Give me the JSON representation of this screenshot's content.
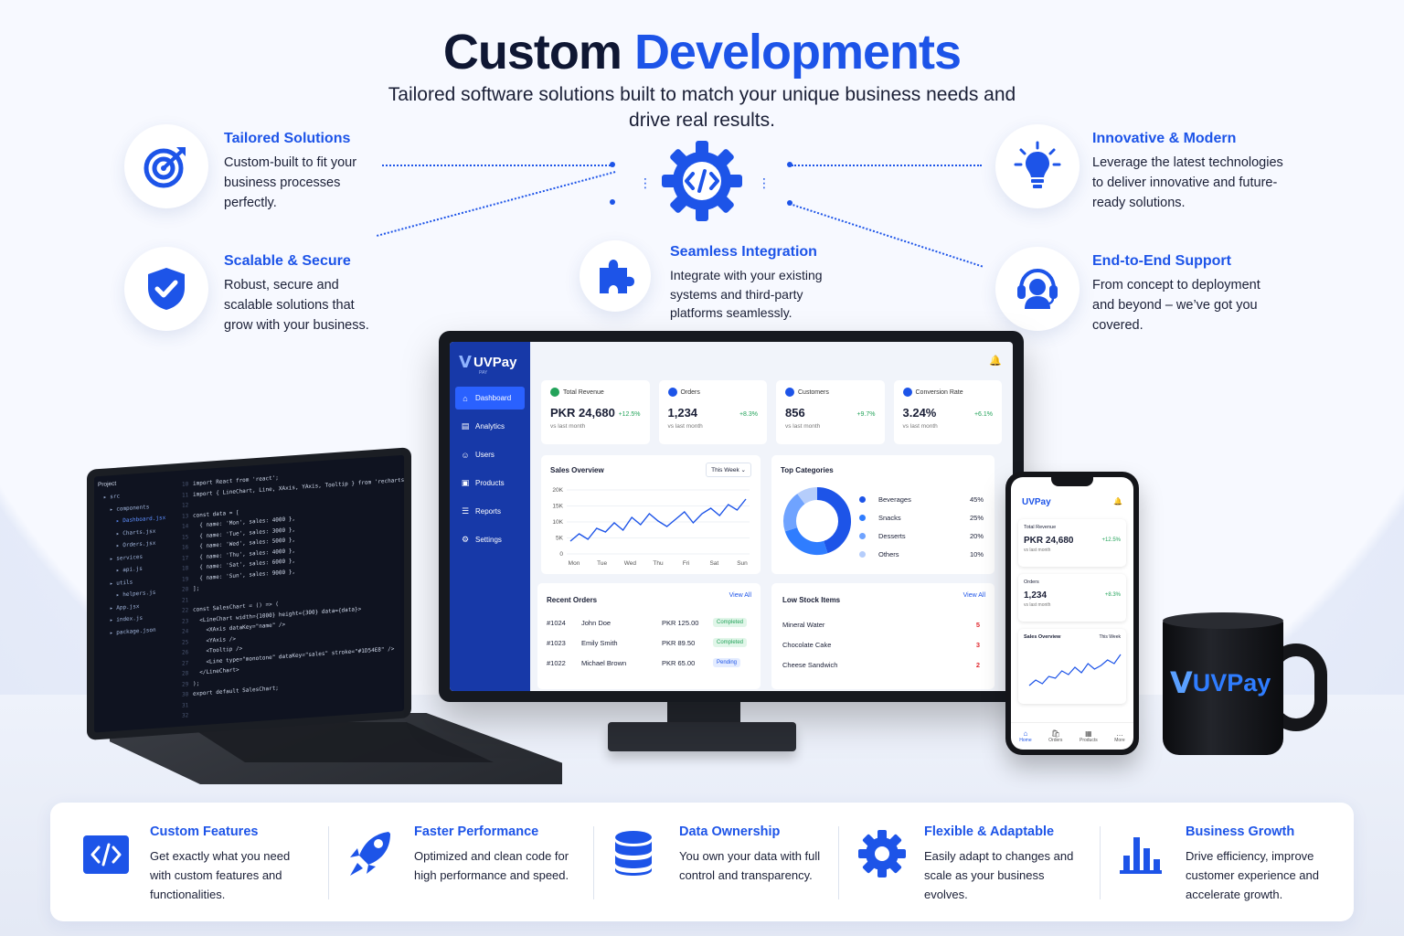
{
  "header": {
    "title_part1": "Custom",
    "title_part2": "Developments",
    "subtitle": "Tailored software solutions built to match your unique business needs and drive real results."
  },
  "features": {
    "tailored": {
      "title": "Tailored Solutions",
      "text": "Custom-built to fit your business processes perfectly.",
      "icon": "target-icon"
    },
    "scalable": {
      "title": "Scalable & Secure",
      "text": "Robust, secure and scalable solutions that grow with your business.",
      "icon": "shield-check-icon"
    },
    "integration": {
      "title": "Seamless Integration",
      "text": "Integrate with your existing systems and third-party platforms seamlessly.",
      "icon": "puzzle-icon"
    },
    "innovative": {
      "title": "Innovative & Modern",
      "text": "Leverage the latest technologies to deliver innovative and future-ready solutions.",
      "icon": "lightbulb-icon"
    },
    "support": {
      "title": "End-to-End Support",
      "text": "From concept to deployment and beyond – we’ve got you covered.",
      "icon": "headset-icon"
    }
  },
  "dashboard": {
    "brand": "UVPay",
    "brand_sub": "PAY",
    "nav": [
      "Dashboard",
      "Analytics",
      "Users",
      "Products",
      "Reports",
      "Settings"
    ],
    "kpis": [
      {
        "label": "Total Revenue",
        "value": "PKR 24,680",
        "change": "+12.5%",
        "note": "vs last month",
        "color": "#23a35a"
      },
      {
        "label": "Orders",
        "value": "1,234",
        "change": "+8.3%",
        "note": "vs last month",
        "color": "#1d54e8"
      },
      {
        "label": "Customers",
        "value": "856",
        "change": "+9.7%",
        "note": "vs last month",
        "color": "#1d54e8"
      },
      {
        "label": "Conversion Rate",
        "value": "3.24%",
        "change": "+6.1%",
        "note": "vs last month",
        "color": "#1d54e8"
      }
    ],
    "sales": {
      "title": "Sales Overview",
      "range": "This Week",
      "yticks": [
        "20K",
        "15K",
        "10K",
        "5K",
        "0"
      ],
      "days": [
        "Mon",
        "Tue",
        "Wed",
        "Thu",
        "Fri",
        "Sat",
        "Sun"
      ]
    },
    "categories": {
      "title": "Top Categories",
      "items": [
        {
          "name": "Beverages",
          "pct": "45%",
          "value": 45,
          "color": "#1d54e8"
        },
        {
          "name": "Snacks",
          "pct": "25%",
          "value": 25,
          "color": "#2f7dff"
        },
        {
          "name": "Desserts",
          "pct": "20%",
          "value": 20,
          "color": "#6fa3ff"
        },
        {
          "name": "Others",
          "pct": "10%",
          "value": 10,
          "color": "#b5cdfb"
        }
      ]
    },
    "orders": {
      "title": "Recent Orders",
      "view_all": "View All",
      "rows": [
        {
          "id": "#1024",
          "name": "John Doe",
          "amount": "PKR 125.00",
          "status": "Completed"
        },
        {
          "id": "#1023",
          "name": "Emily Smith",
          "amount": "PKR 89.50",
          "status": "Completed"
        },
        {
          "id": "#1022",
          "name": "Michael Brown",
          "amount": "PKR 65.00",
          "status": "Pending"
        }
      ]
    },
    "stock": {
      "title": "Low Stock Items",
      "view_all": "View All",
      "rows": [
        {
          "name": "Mineral Water",
          "qty": "5"
        },
        {
          "name": "Chocolate Cake",
          "qty": "3"
        },
        {
          "name": "Cheese Sandwich",
          "qty": "2"
        }
      ]
    }
  },
  "laptop": {
    "project": "Project",
    "tree": [
      "src",
      "components",
      "Dashboard.jsx",
      "Charts.jsx",
      "Orders.jsx",
      "services",
      "api.js",
      "utils",
      "helpers.js",
      "App.jsx",
      "index.js",
      "package.json"
    ],
    "code": [
      "import React from 'react';",
      "import { LineChart, Line, XAxis, YAxis, Tooltip } from 'recharts';",
      "",
      "const data = [",
      "  { name: 'Mon', sales: 4000 },",
      "  { name: 'Tue', sales: 3000 },",
      "  { name: 'Wed', sales: 5000 },",
      "  { name: 'Thu', sales: 4000 },",
      "  { name: 'Sat', sales: 6000 },",
      "  { name: 'Sun', sales: 9000 },",
      "];",
      "",
      "const SalesChart = () => (",
      "  <LineChart width={1000} height={300} data={data}>",
      "    <XAxis dataKey=\"name\" />",
      "    <YAxis />",
      "    <Tooltip />",
      "    <Line type=\"monotone\" dataKey=\"sales\" stroke=\"#1D54E8\" />",
      "  </LineChart>",
      ");",
      "export default SalesChart;"
    ],
    "line_numbers": "10\n11\n12\n13\n14\n15\n16\n17\n18\n19\n20\n21\n22\n23\n24\n25\n26\n27\n28\n29\n30\n31\n32"
  },
  "phone": {
    "brand": "UVPay",
    "revenue_label": "Total Revenue",
    "revenue_value": "PKR 24,680",
    "revenue_change": "+12.5%",
    "revenue_note": "vs last month",
    "orders_label": "Orders",
    "orders_value": "1,234",
    "orders_change": "+8.3%",
    "orders_note": "vs last month",
    "sales_title": "Sales Overview",
    "sales_range": "This Week",
    "tabs": [
      "Home",
      "Orders",
      "Products",
      "More"
    ]
  },
  "mug": {
    "brand": "UVPay"
  },
  "benefits": [
    {
      "title": "Custom Features",
      "text": "Get exactly what you need with custom features and functionalities.",
      "icon": "code-icon"
    },
    {
      "title": "Faster Performance",
      "text": "Optimized and clean code for high performance and speed.",
      "icon": "rocket-icon"
    },
    {
      "title": "Data Ownership",
      "text": "You own your data with full control and transparency.",
      "icon": "database-icon"
    },
    {
      "title": "Flexible & Adaptable",
      "text": "Easily adapt to changes and scale as your business evolves.",
      "icon": "gear-icon"
    },
    {
      "title": "Business Growth",
      "text": "Drive efficiency, improve customer experience and accelerate growth.",
      "icon": "bar-chart-icon"
    }
  ],
  "colors": {
    "accent": "#1d54e8",
    "dark": "#0f1733",
    "success": "#23a35a",
    "danger": "#e0282e"
  }
}
